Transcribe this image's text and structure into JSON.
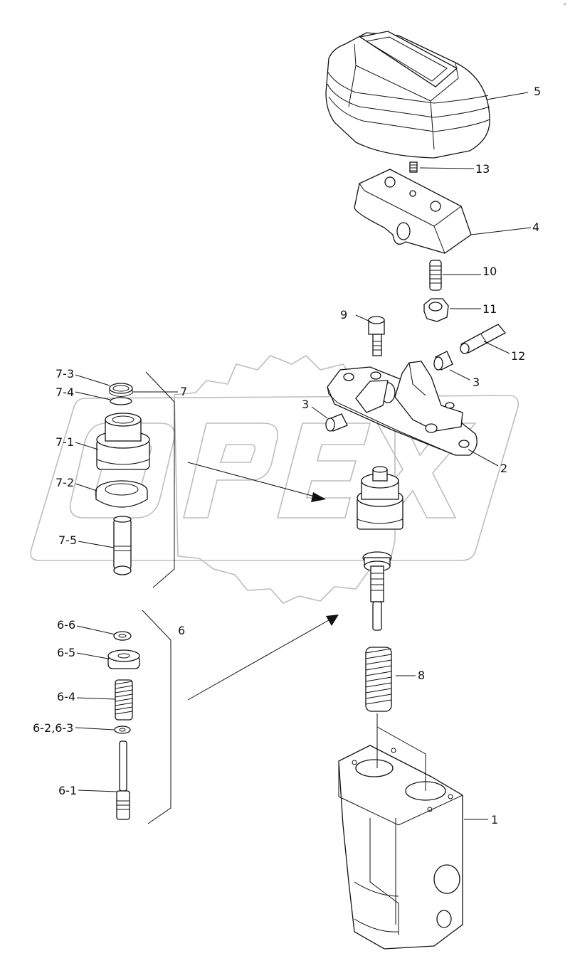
{
  "diagram": {
    "watermark_text": "OPEX",
    "corner_mark": "ℙ",
    "labels": {
      "p1": "1",
      "p2": "2",
      "p3a": "3",
      "p3b": "3",
      "p4": "4",
      "p5": "5",
      "p6": "6",
      "p7": "7",
      "p8": "8",
      "p9": "9",
      "p10": "10",
      "p11": "11",
      "p12": "12",
      "p13": "13",
      "p6_1": "6-1",
      "p6_23": "6-2,6-3",
      "p6_4": "6-4",
      "p6_5": "6-5",
      "p6_6": "6-6",
      "p7_1": "7-1",
      "p7_2": "7-2",
      "p7_3": "7-3",
      "p7_4": "7-4",
      "p7_5": "7-5"
    }
  }
}
